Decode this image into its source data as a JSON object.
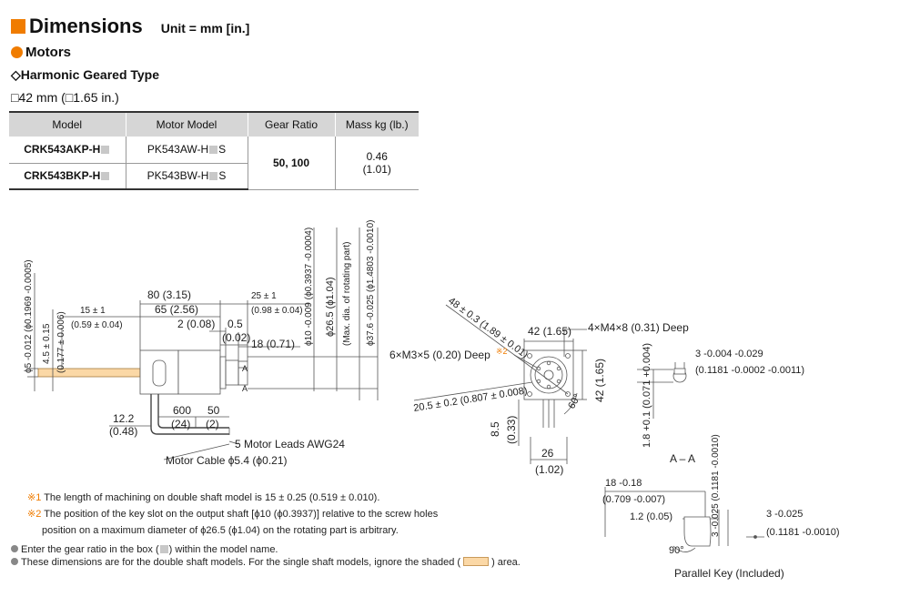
{
  "header": {
    "title": "Dimensions",
    "unit": "Unit = mm [in.]"
  },
  "section": {
    "motors": "Motors",
    "type": "Harmonic Geared Type",
    "size": "□42 mm (□1.65 in.)"
  },
  "table": {
    "headers": [
      "Model",
      "Motor Model",
      "Gear Ratio",
      "Mass kg (lb.)"
    ],
    "rows": [
      {
        "model": "CRK543AKP-H",
        "motor": [
          "PK543AW-H",
          "S"
        ]
      },
      {
        "model": "CRK543BKP-H",
        "motor": [
          "PK543BW-H",
          "S"
        ]
      }
    ],
    "gear_ratio": "50, 100",
    "mass_kg": "0.46",
    "mass_lb": "(1.01)"
  },
  "side_view": {
    "d80": "80 (3.15)",
    "d65": "65 (2.56)",
    "d15": "15 ± 1",
    "d15in": "(0.59 ± 0.04)",
    "d2": "2 (0.08)",
    "d05": "0.5",
    "d002": "(0.02)",
    "d18": "18 (0.71)",
    "d25": "25 ± 1",
    "d25in": "(0.98 ± 0.04)",
    "shaft5": "ϕ5 -0.012 (ϕ0.1969 -0.0005)",
    "d45": "4.5 ± 0.15",
    "d45in": "(0.177 ± 0.006)",
    "shaft10": "ϕ10 -0.009 (ϕ0.3937 -0.0004)",
    "d265": "ϕ26.5 (ϕ1.04)",
    "maxdia": "(Max. dia. of rotating part)",
    "d376": "ϕ37.6 -0.025 (ϕ1.4803 -0.0010)",
    "sectionA": "A",
    "d122": "12.2",
    "d048": "(0.48)",
    "d600": "600",
    "d24": "(24)",
    "d50": "50",
    "d2b": "(2)",
    "leads": "5 Motor Leads AWG24",
    "cable": "Motor Cable ϕ5.4 (ϕ0.21)"
  },
  "front_view": {
    "d48": "48 ± 0.3 (1.89 ± 0.01)",
    "d42": "42 (1.65)",
    "m4": "4×M4×8 (0.31) Deep",
    "m3": "6×M3×5 (0.20) Deep",
    "d205": "20.5 ± 0.2 (0.807 ± 0.008)",
    "d42v": "42 (1.65)",
    "angle": "60°",
    "d85": "8.5",
    "d033": "(0.33)",
    "d26": "26",
    "d102": "(1.02)"
  },
  "section_aa": {
    "w3": "3 -0.004 -0.029",
    "w3in": "(0.1181 -0.0002 -0.0011)",
    "depth": "1.8 +0.1 (0.071 +0.004)",
    "label": "A – A"
  },
  "key": {
    "l18": "18 -0.18",
    "l18in": "(0.709 -0.007)",
    "c12": "1.2 (0.05)",
    "h3": "3 -0.025 (0.1181 -0.0010)",
    "w3": "3 -0.025",
    "w3in": "(0.1181 -0.0010)",
    "angle": "90°",
    "label": "Parallel Key (Included)"
  },
  "notes": {
    "n1_mark": "※1",
    "n1": "The length of machining on double shaft model is 15 ± 0.25 (0.519 ± 0.010).",
    "n2_mark": "※2",
    "n2a": "The position of the key slot on the output shaft [ϕ10 (ϕ0.3937)] relative to the screw holes",
    "n2b": "position on a maximum diameter of ϕ26.5 (ϕ1.04) on the rotating part is arbitrary.",
    "b1a": "Enter the gear ratio in the box (",
    "b1b": ") within the model name.",
    "b2a": "These dimensions are for the double shaft models. For the single shaft models, ignore the shaded (",
    "b2b": ") area."
  }
}
